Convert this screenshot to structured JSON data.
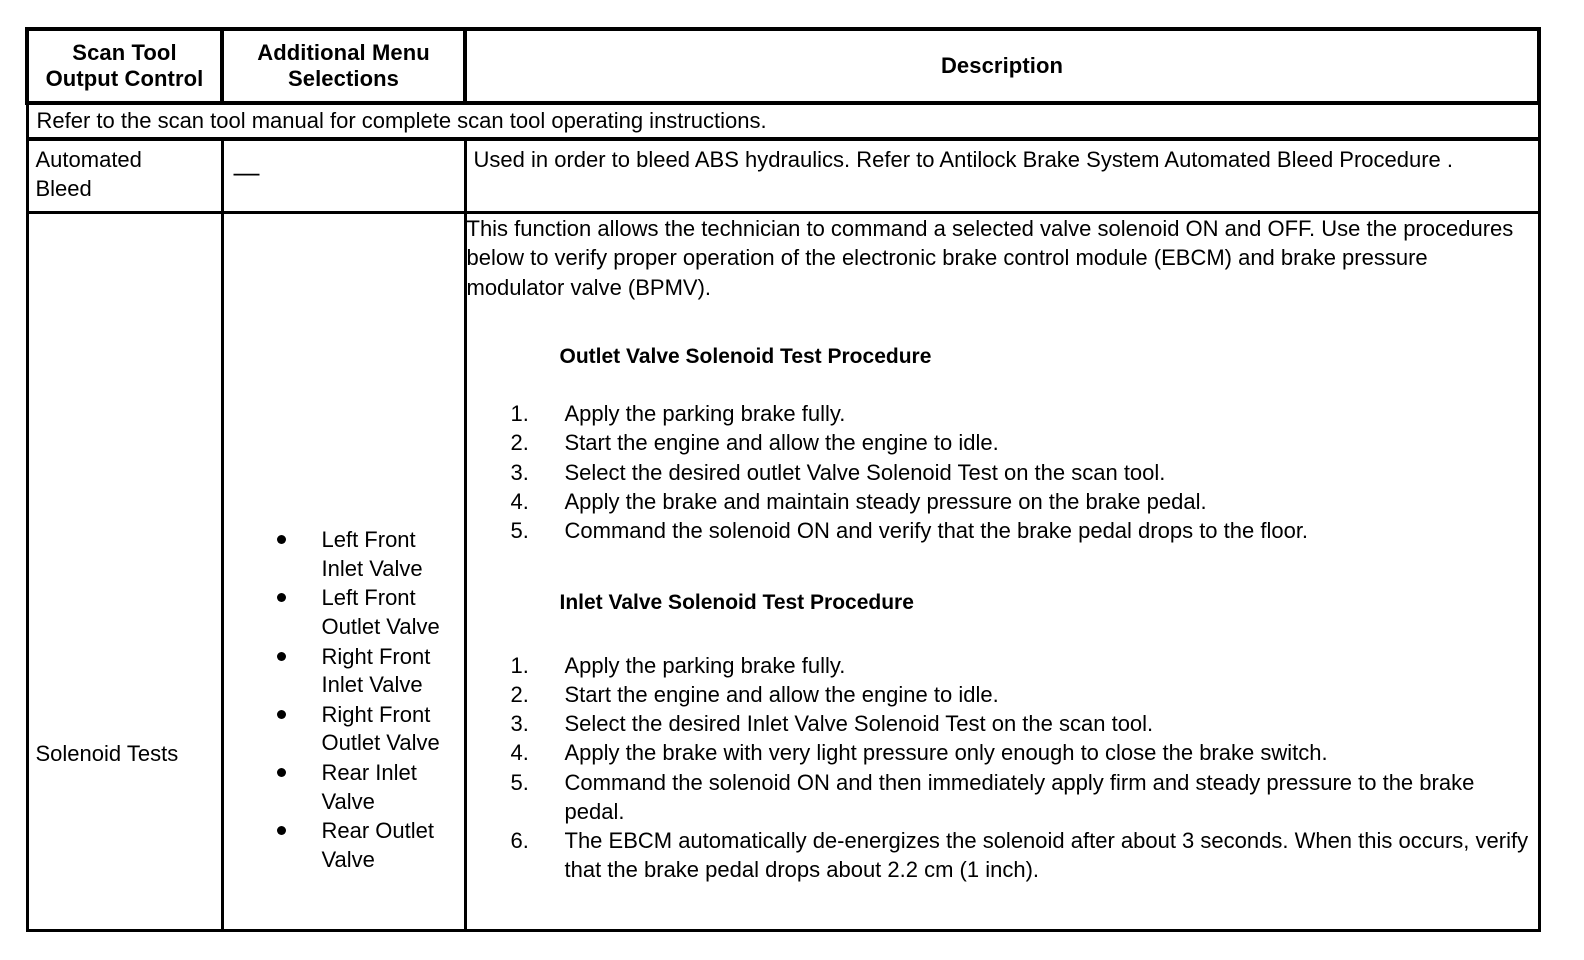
{
  "table": {
    "headers": [
      {
        "line1": "Scan Tool",
        "line2": "Output Control"
      },
      {
        "line1": "Additional Menu",
        "line2": "Selections"
      },
      {
        "line1": "Description",
        "line2": ""
      }
    ],
    "note_row": "Refer to the scan tool manual for complete scan tool operating instructions.",
    "rows": [
      {
        "name": "Automated Bleed",
        "name_line1": "Automated",
        "name_line2": "Bleed",
        "menu_selections_dash": "—",
        "description": "Used in order to bleed ABS hydraulics. Refer to Antilock Brake System Automated Bleed Procedure ."
      },
      {
        "name": "Solenoid Tests",
        "menu_selections": [
          "Left Front Inlet Valve",
          "Left Front Outlet Valve",
          "Right Front Inlet Valve",
          "Right Front Outlet Valve",
          "Rear Inlet Valve",
          "Rear Outlet Valve"
        ],
        "description_intro": "This function allows the technician to command a selected valve solenoid ON and OFF. Use the procedures below to verify proper operation of the electronic brake control module (EBCM) and brake pressure modulator valve (BPMV).",
        "procedures": [
          {
            "heading": "Outlet Valve Solenoid Test Procedure",
            "steps": [
              {
                "num": "1.",
                "text": "Apply the parking brake fully."
              },
              {
                "num": "2.",
                "text": "Start the engine and allow the engine to idle."
              },
              {
                "num": "3.",
                "text": "Select the desired outlet Valve Solenoid Test on the scan tool."
              },
              {
                "num": "4.",
                "text": "Apply the brake and maintain steady pressure on the brake pedal."
              },
              {
                "num": "5.",
                "text": "Command the solenoid ON and verify that the brake pedal drops to the floor."
              }
            ]
          },
          {
            "heading": "Inlet Valve Solenoid Test Procedure",
            "steps": [
              {
                "num": "1.",
                "text": "Apply the parking brake fully."
              },
              {
                "num": "2.",
                "text": "Start the engine and allow the engine to idle."
              },
              {
                "num": "3.",
                "text": "Select the desired Inlet Valve Solenoid Test on the scan tool."
              },
              {
                "num": "4.",
                "text": "Apply the brake with very light pressure only enough to close the brake switch."
              },
              {
                "num": "5.",
                "text": "Command the solenoid ON and then immediately apply firm and steady pressure to the brake pedal."
              },
              {
                "num": "6.",
                "text": "The EBCM automatically de-energizes the solenoid after about 3 seconds. When this occurs, verify that the brake pedal drops about 2.2 cm (1 inch)."
              }
            ]
          }
        ]
      }
    ]
  },
  "colors": {
    "border": "#000000",
    "text": "#000000",
    "background": "#ffffff"
  }
}
